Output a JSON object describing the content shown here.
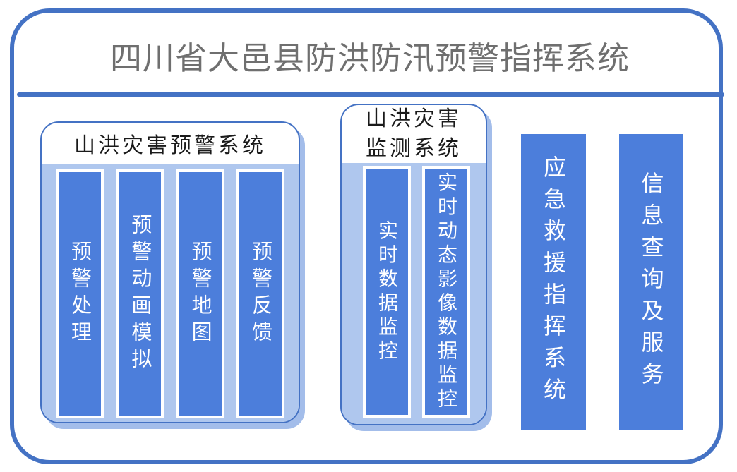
{
  "title": "四川省大邑县防洪防汛预警指挥系统",
  "colors": {
    "frame_blue": "#4472C4",
    "bar_blue": "#4C7EDB",
    "panel_light_blue": "#AFC7EE",
    "shadow_blue": "#A3BDEA",
    "title_text": "#6F6F6F",
    "header_text": "#1A1A1A",
    "bar_text": "#FFFFFF"
  },
  "groups": [
    {
      "header": "山洪灾害预警系统",
      "bars": [
        "预警处理",
        "预警动画模拟",
        "预警地图",
        "预警反馈"
      ]
    },
    {
      "header": "山洪灾害\n监测系统",
      "bars": [
        "实时数据监控",
        "实时动态影像数据监控"
      ]
    }
  ],
  "standalone_bars": [
    "应急救援指挥系统",
    "信息查询及服务"
  ]
}
